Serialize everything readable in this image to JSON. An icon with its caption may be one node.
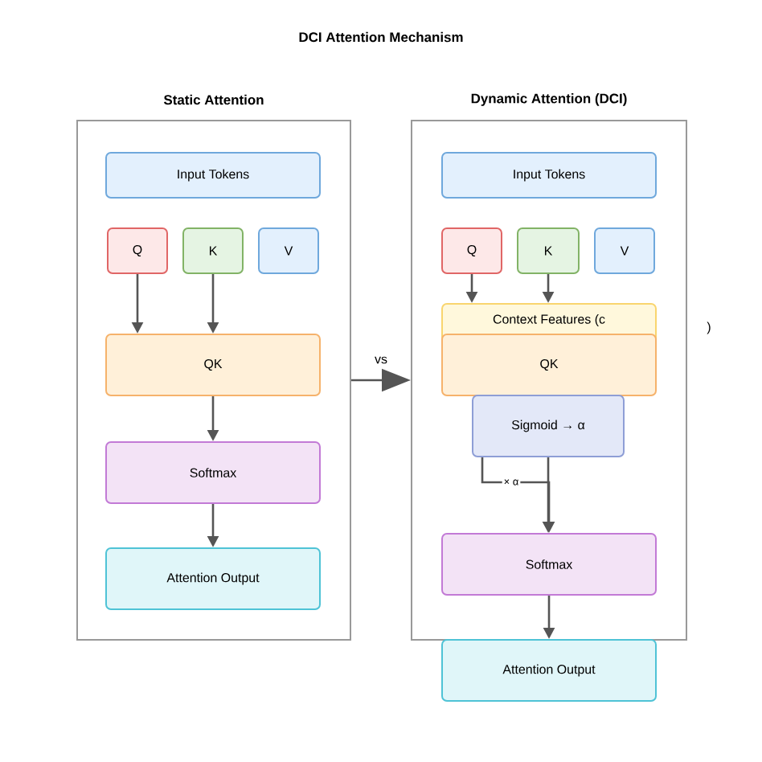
{
  "diagram": {
    "title": "DCI Attention Mechanism",
    "nodes": [
      {
        "text": [
          "Static Attention"
        ]
      },
      {
        "text": [
          "Input Tokens"
        ],
        "in": 0
      },
      {
        "text": [
          "Q"
        ],
        "in": 0
      },
      {
        "text": [
          "K"
        ],
        "in": 0
      },
      {
        "text": [
          "V"
        ],
        "in": 0
      },
      {
        "text": [
          "QK"
        ],
        "in": 0
      },
      {
        "text": [
          "Softmax"
        ],
        "in": 0
      },
      {
        "text": [
          "Attention Output"
        ],
        "in": 0
      },
      {
        "text": [
          "Dynamic Attention (DCI)"
        ]
      },
      {
        "text": [
          "Input Tokens"
        ],
        "in": 8
      },
      {
        "text": [
          "Q"
        ],
        "in": 8
      },
      {
        "text": [
          "K"
        ],
        "in": 8
      },
      {
        "text": [
          "V"
        ],
        "in": 8
      },
      {
        "text": [
          "Context Features (c"
        ],
        "in": 8
      },
      {
        "text": [
          "QK"
        ],
        "in": 8
      },
      {
        "text": [
          "Sigmoid → α"
        ],
        "in": 8
      },
      {
        "text": [
          "Softmax"
        ],
        "in": 8
      },
      {
        "text": [
          "Attention Output"
        ]
      }
    ],
    "edges": [
      {
        "from": 0,
        "to": 8,
        "arrow": "to",
        "label": "vs"
      },
      {
        "from": 2,
        "to": 5,
        "arrow": "to"
      },
      {
        "from": 3,
        "to": 5,
        "arrow": "to"
      },
      {
        "from": 5,
        "to": 6,
        "arrow": "to"
      },
      {
        "from": 6,
        "to": 7,
        "arrow": "to"
      },
      {
        "from": 10,
        "to": 13,
        "arrow": "to"
      },
      {
        "from": 11,
        "to": 13,
        "arrow": "to"
      },
      {
        "from": 15,
        "to": 16,
        "arrow": "to"
      },
      {
        "from": 15,
        "to": 16,
        "arrow": "to",
        "label": "× α"
      },
      {
        "from": 16,
        "to": 17,
        "arrow": "to"
      }
    ],
    "labels": [
      ")"
    ]
  }
}
